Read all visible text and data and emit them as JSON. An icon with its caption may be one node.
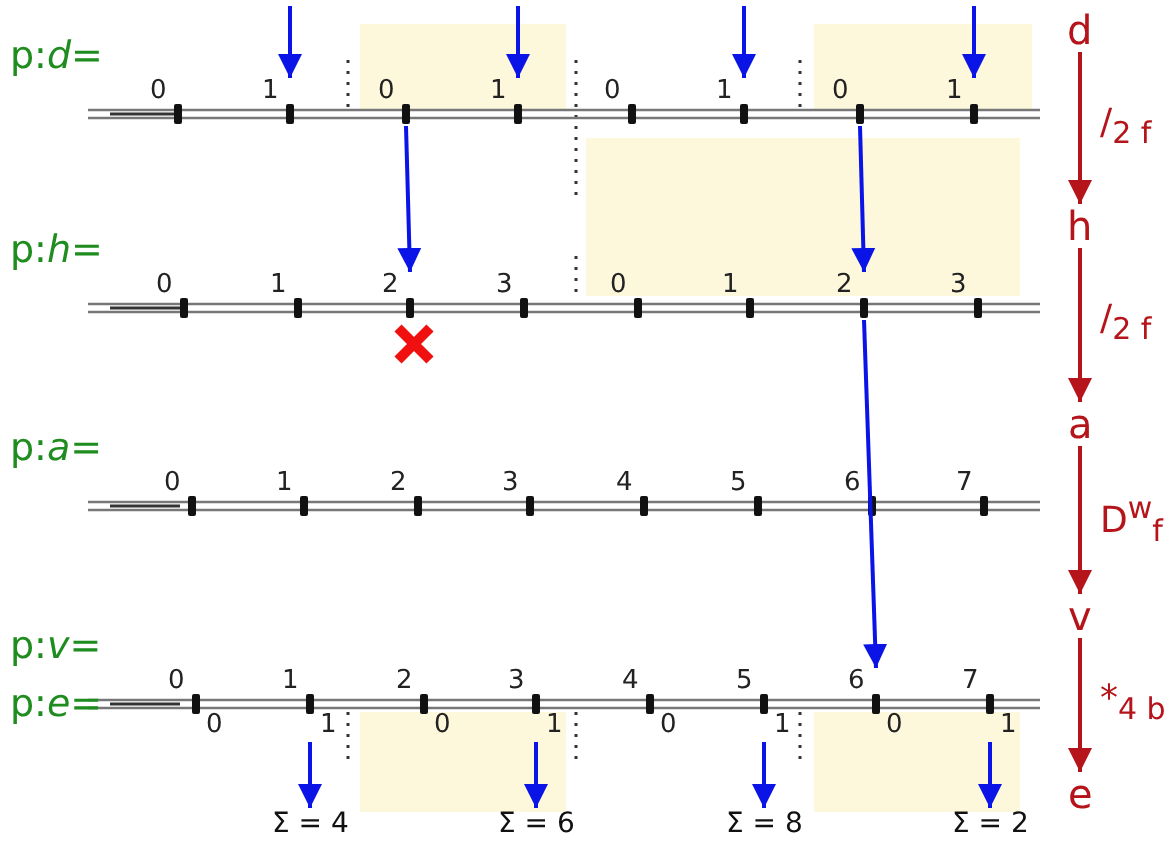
{
  "diagram": {
    "nodes": [
      {
        "text": [
          "1"
        ]
      },
      {
        "text": [
          "0"
        ]
      },
      {
        "text": [
          "1"
        ]
      },
      {
        "text": [
          "1"
        ]
      },
      {
        "text": [
          "0"
        ]
      },
      {
        "text": [
          "1"
        ]
      },
      {
        "text": [
          "2"
        ]
      },
      {
        "text": [
          "2"
        ]
      },
      {
        "text": [
          "6"
        ]
      },
      {
        "text": [
          "1"
        ]
      },
      {
        "text": [
          "1"
        ]
      },
      {
        "text": [
          "1"
        ]
      },
      {
        "text": [
          "1"
        ]
      },
      {
        "text": [
          "Σ = 4"
        ]
      },
      {
        "text": [
          "Σ = 6"
        ]
      },
      {
        "text": [
          "Σ = 8"
        ]
      },
      {
        "text": [
          "Σ = 2"
        ]
      },
      {
        "text": [
          "d"
        ]
      },
      {
        "text": [
          "h"
        ]
      },
      {
        "text": [
          "a"
        ]
      },
      {
        "text": [
          "v"
        ]
      },
      {
        "text": [
          "e"
        ]
      }
    ],
    "edges": [
      {
        "from": null,
        "to": 0,
        "arrow": "to"
      },
      {
        "from": null,
        "to": 2,
        "arrow": "to"
      },
      {
        "from": null,
        "to": 3,
        "arrow": "to"
      },
      {
        "from": null,
        "to": 5,
        "arrow": "to"
      },
      {
        "from": 1,
        "to": 6,
        "arrow": "to"
      },
      {
        "from": 4,
        "to": 7,
        "arrow": "to"
      },
      {
        "from": 7,
        "to": 8,
        "arrow": "to"
      },
      {
        "from": 9,
        "to": 13,
        "arrow": "to"
      },
      {
        "from": 10,
        "to": 14,
        "arrow": "to"
      },
      {
        "from": 11,
        "to": 15,
        "arrow": "to"
      },
      {
        "from": 12,
        "to": 16,
        "arrow": "to"
      },
      {
        "from": 17,
        "to": 18,
        "arrow": "to",
        "label": "/$_{2 f}$",
        "color": "#b5141b"
      },
      {
        "from": 18,
        "to": 19,
        "arrow": "to",
        "label": "/$_{2 f}$",
        "color": "#b5141b"
      },
      {
        "from": 19,
        "to": 20,
        "arrow": "to",
        "label": "D$^{w}$$_{f}$",
        "color": "#b5141b"
      },
      {
        "from": 20,
        "to": 21,
        "arrow": "to",
        "label": "*$_{4 b}$",
        "color": "#b5141b"
      }
    ],
    "labels": [
      "p:*d*=",
      "0",
      "0",
      "p:*h*=",
      "0",
      "1",
      "3",
      "0",
      "1",
      "3",
      "p:*a*=",
      "0",
      "1",
      "2",
      "3",
      "4",
      "5",
      "6",
      "7",
      "p:*v*=",
      "0",
      "1",
      "2",
      "3",
      "4",
      "5",
      "7",
      "p:*e*=",
      "0",
      "0",
      "0",
      "0"
    ]
  }
}
